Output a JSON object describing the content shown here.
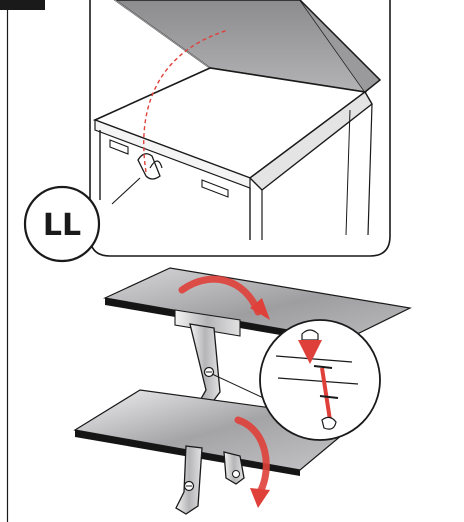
{
  "callout": {
    "label": "LL"
  },
  "colors": {
    "outline": "#1a1a1a",
    "panel_gray": "#a9a9ab",
    "panel_dark": "#6e6e70",
    "accent_red": "#e0403a",
    "corner_tab": "#1a1a1a"
  },
  "icons": {
    "corner_tab": "black-corner-tab",
    "rotate_arrow_1": "curved-red-arrow",
    "rotate_arrow_2": "curved-red-arrow",
    "swing_path": "dashed-red-arc",
    "magnifier": "detail-zoom-circle"
  }
}
